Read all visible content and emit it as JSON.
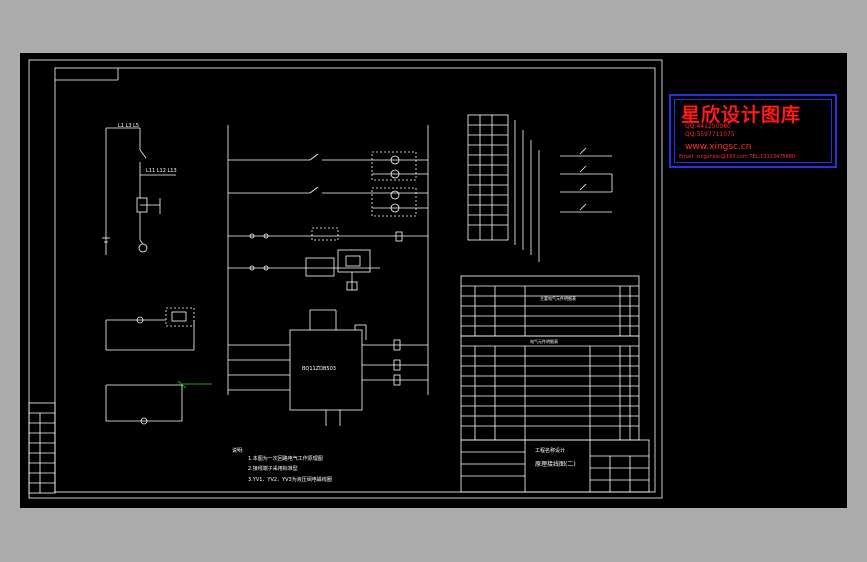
{
  "watermark": {
    "title": "星欣设计图库",
    "qq1": "QQ:441250980",
    "qq2": "QQ:3597711075",
    "url": "www.xingsc.cn",
    "email": "Email: xingshesc@163.com  TEL:13113475880"
  },
  "schematic": {
    "labels": {
      "top_left_ref": "L1 L3 L5",
      "mid_left_ref": "L11 L12 L13",
      "controller": "BQ11ZDB503",
      "notes_heading": "说明:",
      "note1": "1.本图为一次回路电气工作原理图",
      "note2": "2.接线端子采用标准型",
      "note3": "3.YV1、YV2、YV3为液压阀电磁线圈",
      "title_block_a": "工程名称设计",
      "title_block_b": "原理接线图(二)",
      "table1_heading": "主要电气元件明细表",
      "table2_heading": "电气元件明细表"
    },
    "colors": {
      "background": "#000000",
      "line": "#ffffff",
      "accent_green": "#18e018",
      "watermark_red": "#ff1a1a",
      "watermark_blue": "#2633d8"
    }
  }
}
